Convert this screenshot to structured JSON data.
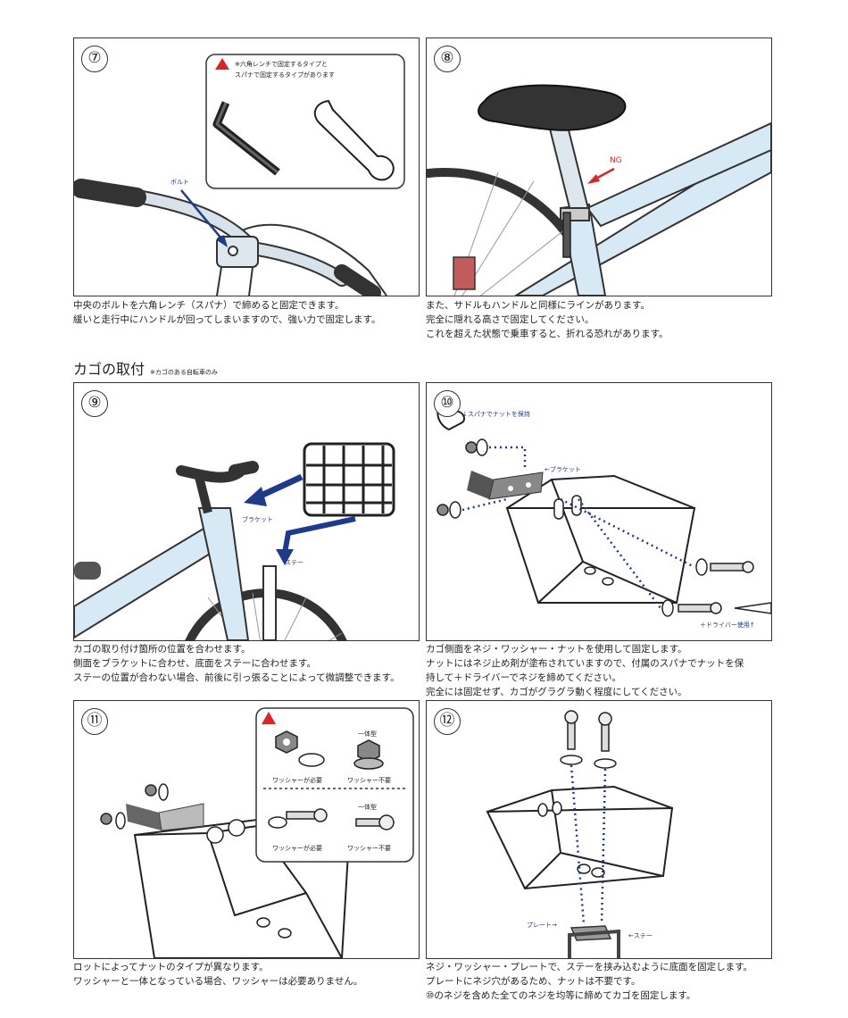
{
  "section": {
    "title": "カゴの取付",
    "note": "※カゴのある自転車のみ"
  },
  "panels": [
    {
      "num": "⑦",
      "labels": {
        "bolt": "ボルト",
        "warning_l1": "※六角レンチで固定するタイプと",
        "warning_l2": "スパナで固定するタイプがあります"
      },
      "caption": [
        "中央のボルトを六角レンチ（スパナ）で締めると固定できます。",
        "緩いと走行中にハンドルが回ってしまいますので、強い力で固定します。"
      ]
    },
    {
      "num": "⑧",
      "labels": {
        "ng": "NG"
      },
      "caption": [
        "また、サドルもハンドルと同様にラインがあります。",
        "完全に隠れる高さで固定してください。",
        "これを超えた状態で乗車すると、折れる恐れがあります。"
      ]
    },
    {
      "num": "⑨",
      "labels": {
        "bracket": "ブラケット",
        "stay": "ステー"
      },
      "caption": [
        "カゴの取り付け箇所の位置を合わせます。",
        "側面をブラケットに合わせ、底面をステーに合わせます。",
        "ステーの位置が合わない場合、前後に引っ張ることによって微調整できます。"
      ]
    },
    {
      "num": "⑩",
      "labels": {
        "hold": "↓スパナでナットを保持",
        "bracket": "←ブラケット",
        "driver": "＋ドライバー使用↑"
      },
      "caption": [
        "カゴ側面をネジ・ワッシャー・ナットを使用して固定します。",
        "ナットにはネジ止め剤が塗布されていますので、付属のスパナでナットを保",
        "持して＋ドライバーでネジを締めてください。",
        "完全には固定せず、カゴがグラグラ動く程度にしてください。"
      ]
    },
    {
      "num": "⑪",
      "labels": {
        "integral1": "一体型",
        "washer_need1": "ワッシャーが必要",
        "washer_no1": "ワッシャー不要",
        "integral2": "一体型",
        "washer_need2": "ワッシャーが必要",
        "washer_no2": "ワッシャー不要"
      },
      "caption": [
        "ロットによってナットのタイプが異なります。",
        "ワッシャーと一体となっている場合、ワッシャーは必要ありません。"
      ]
    },
    {
      "num": "⑫",
      "labels": {
        "plate": "プレート→",
        "stay": "←ステー"
      },
      "caption": [
        "ネジ・ワッシャー・プレートで、ステーを挟み込むように底面を固定します。",
        "プレートにネジ穴があるため、ナットは不要です。",
        "⑩のネジを含めた全てのネジを均等に締めてカゴを固定します。"
      ]
    }
  ]
}
